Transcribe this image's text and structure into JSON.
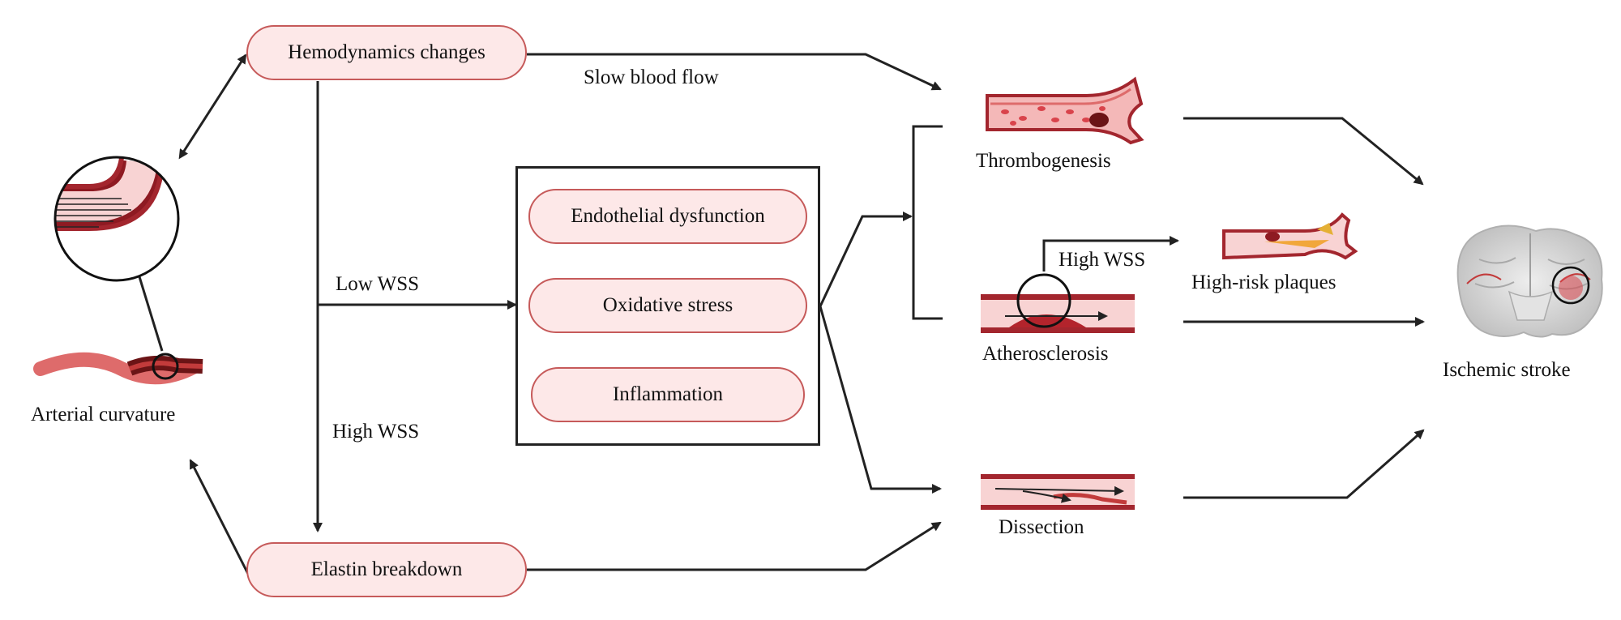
{
  "nodes": {
    "hemodynamics": "Hemodynamics changes",
    "elastin": "Elastin breakdown",
    "endothelial": "Endothelial dysfunction",
    "oxidative": "Oxidative stress",
    "inflammation": "Inflammation",
    "arterial_curvature": "Arterial curvature",
    "thrombogenesis": "Thrombogenesis",
    "atherosclerosis": "Atherosclerosis",
    "high_risk_plaques": "High-risk plaques",
    "dissection": "Dissection",
    "ischemic_stroke": "Ischemic stroke"
  },
  "edges": {
    "slow_blood_flow": "Slow blood flow",
    "low_wss": "Low WSS",
    "high_wss_left": "High WSS",
    "high_wss_right": "High WSS"
  },
  "colors": {
    "pill_border": "#c65a5a",
    "pill_fill": "#fde8e8",
    "vessel_wall": "#a3262e",
    "vessel_lumen": "#f6c6c6",
    "arrow": "#222222"
  }
}
